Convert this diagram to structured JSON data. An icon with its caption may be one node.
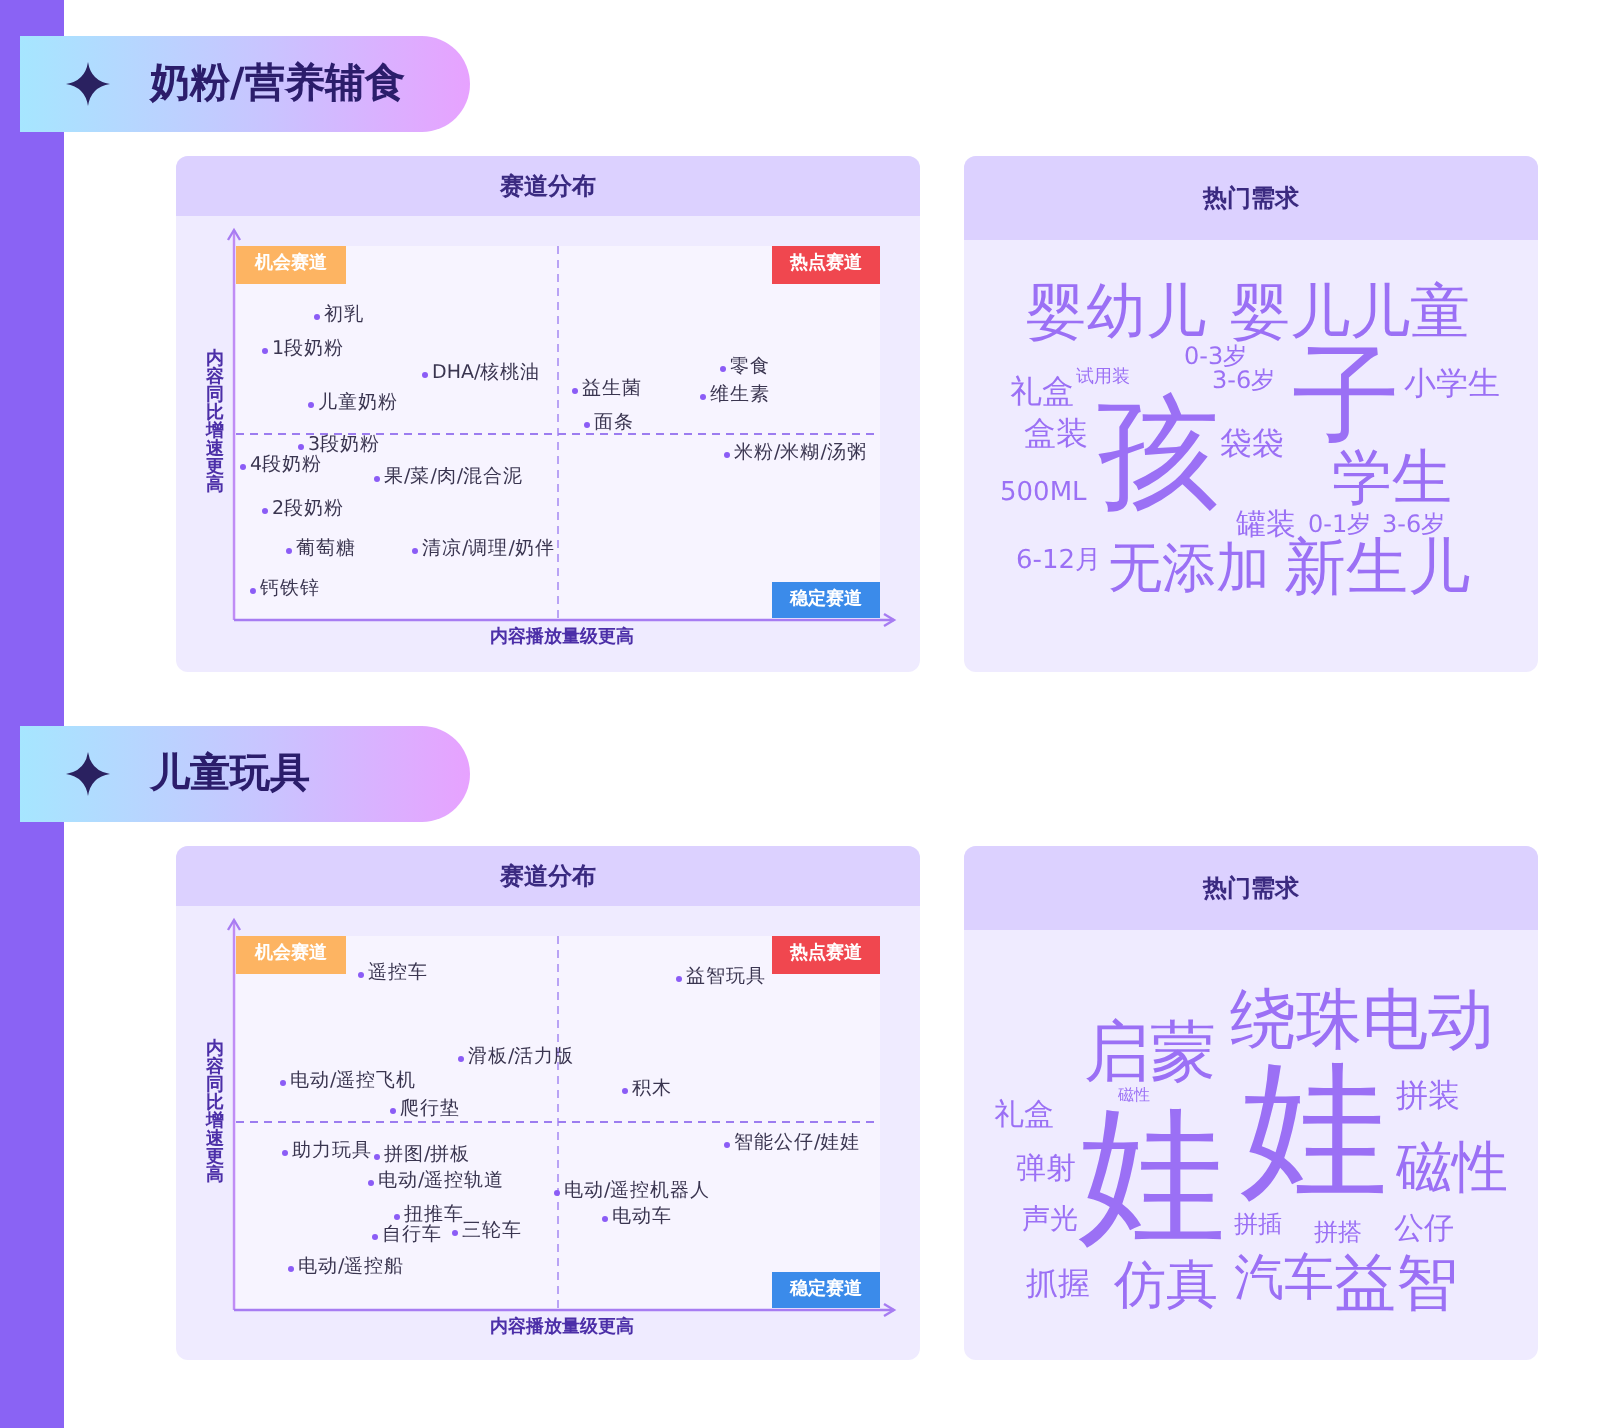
{
  "diagram": {
    "nodes": [
      {
        "text": [
          "奶粉/营养辅食"
        ]
      },
      {
        "text": [
          "赛道分布"
        ]
      },
      {
        "text": [
          "机会赛道"
        ],
        "in": 1
      },
      {
        "text": [
          "热点赛道"
        ],
        "in": 1
      },
      {
        "text": [
          "稳定赛道"
        ],
        "in": 1
      },
      {
        "text": [
          "热门需求"
        ]
      },
      {
        "text": [
          "儿童玩具"
        ]
      },
      {
        "text": [
          "赛道分布"
        ]
      },
      {
        "text": [
          "机会赛道"
        ],
        "in": 7
      },
      {
        "text": [
          "热点赛道"
        ],
        "in": 7
      },
      {
        "text": [
          "稳定赛道"
        ],
        "in": 7
      },
      {
        "text": [
          "热门需求"
        ]
      },
      {
        "text": [],
        "shape": "bar"
      }
    ],
    "edges": [],
    "labels": [
      "内容同比增速更高",
      "初乳",
      "1段奶粉",
      "零食",
      "DHA/核桃油",
      "益生菌",
      "维生素",
      "儿童奶粉",
      "面条",
      "3段奶粉",
      "米粉/米糊/汤粥",
      "4段奶粉",
      "果/菜/肉/混合泥",
      "2段奶粉",
      "葡萄糖",
      "清凉/调理/奶伴",
      "钙铁锌",
      "内容播放量级更高",
      "婴幼儿",
      "婴儿儿童",
      "0-3岁",
      "试用装",
      "礼盒",
      "小学生",
      "3-6岁",
      "子",
      "孩",
      "盒装",
      "袋袋",
      "学生",
      "500ML",
      "罐装",
      "0-1岁",
      "3-6岁",
      "6-12月",
      "无添加",
      "新生儿",
      "内容同比增速更高",
      "遥控车",
      "益智玩具",
      "滑板/活力版",
      "电动/遥控飞机",
      "积木",
      "爬行垫",
      "智能公仔/娃娃",
      "助力玩具",
      "拼图/拼板",
      "电动/遥控轨道",
      "电动/遥控机器人",
      "电动车",
      "扭推车",
      "三轮车",
      "自行车",
      "电动/遥控船",
      "内容播放量级更高",
      "绕珠电动",
      "启蒙",
      "磁性",
      "拼装",
      "礼盒",
      "娃",
      "弹射",
      "磁性",
      "娃",
      "声光",
      "拼插",
      "公仔",
      "拼搭",
      "汽车",
      "抓握",
      "仿真",
      "益智"
    ]
  }
}
